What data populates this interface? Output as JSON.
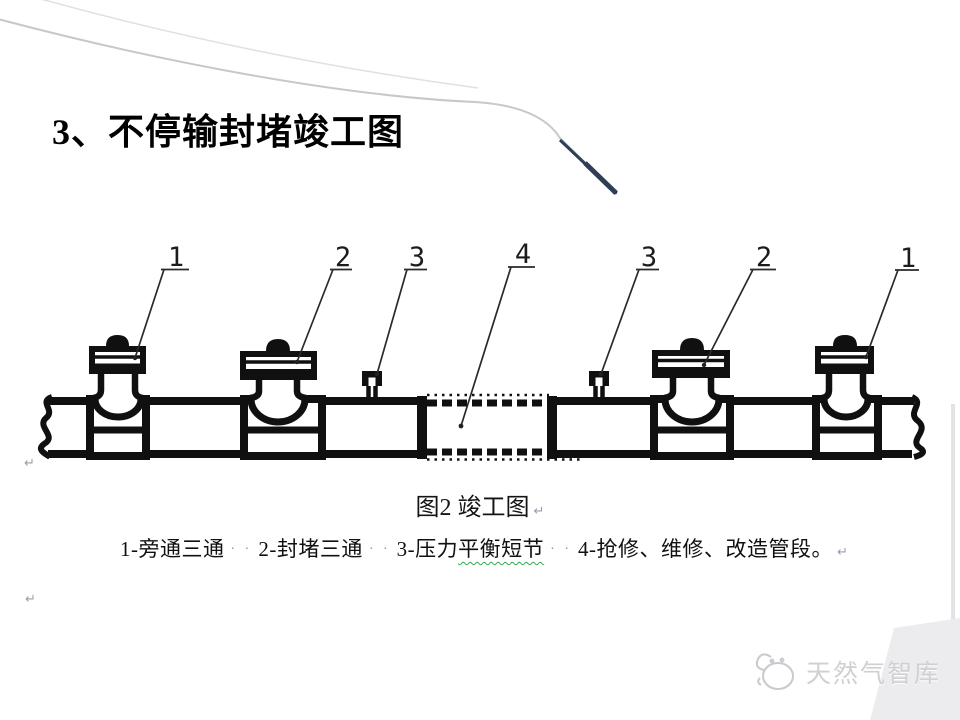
{
  "slide_title": "3、不停输封堵竣工图",
  "figure": {
    "callouts": {
      "c1": "1",
      "c2": "2",
      "c3": "3",
      "c4": "4",
      "c5": "3",
      "c6": "2",
      "c7": "1"
    },
    "caption": "图2 竣工图",
    "legend": {
      "item1": "1-旁通三通",
      "item2": "2-封堵三通",
      "item3_prefix": "3-压力",
      "item3_wavy": "平衡短节",
      "item4": "4-抢修、维修、改造管段。",
      "separator": "· ·",
      "wavy_underline_color": "#2faa4a"
    },
    "paragraph_mark": "↵"
  },
  "decor": {
    "swoosh_tail_color": "#2f3e57",
    "arc_color": "#c7c7cc"
  },
  "watermark": {
    "text": "天然气智库"
  }
}
